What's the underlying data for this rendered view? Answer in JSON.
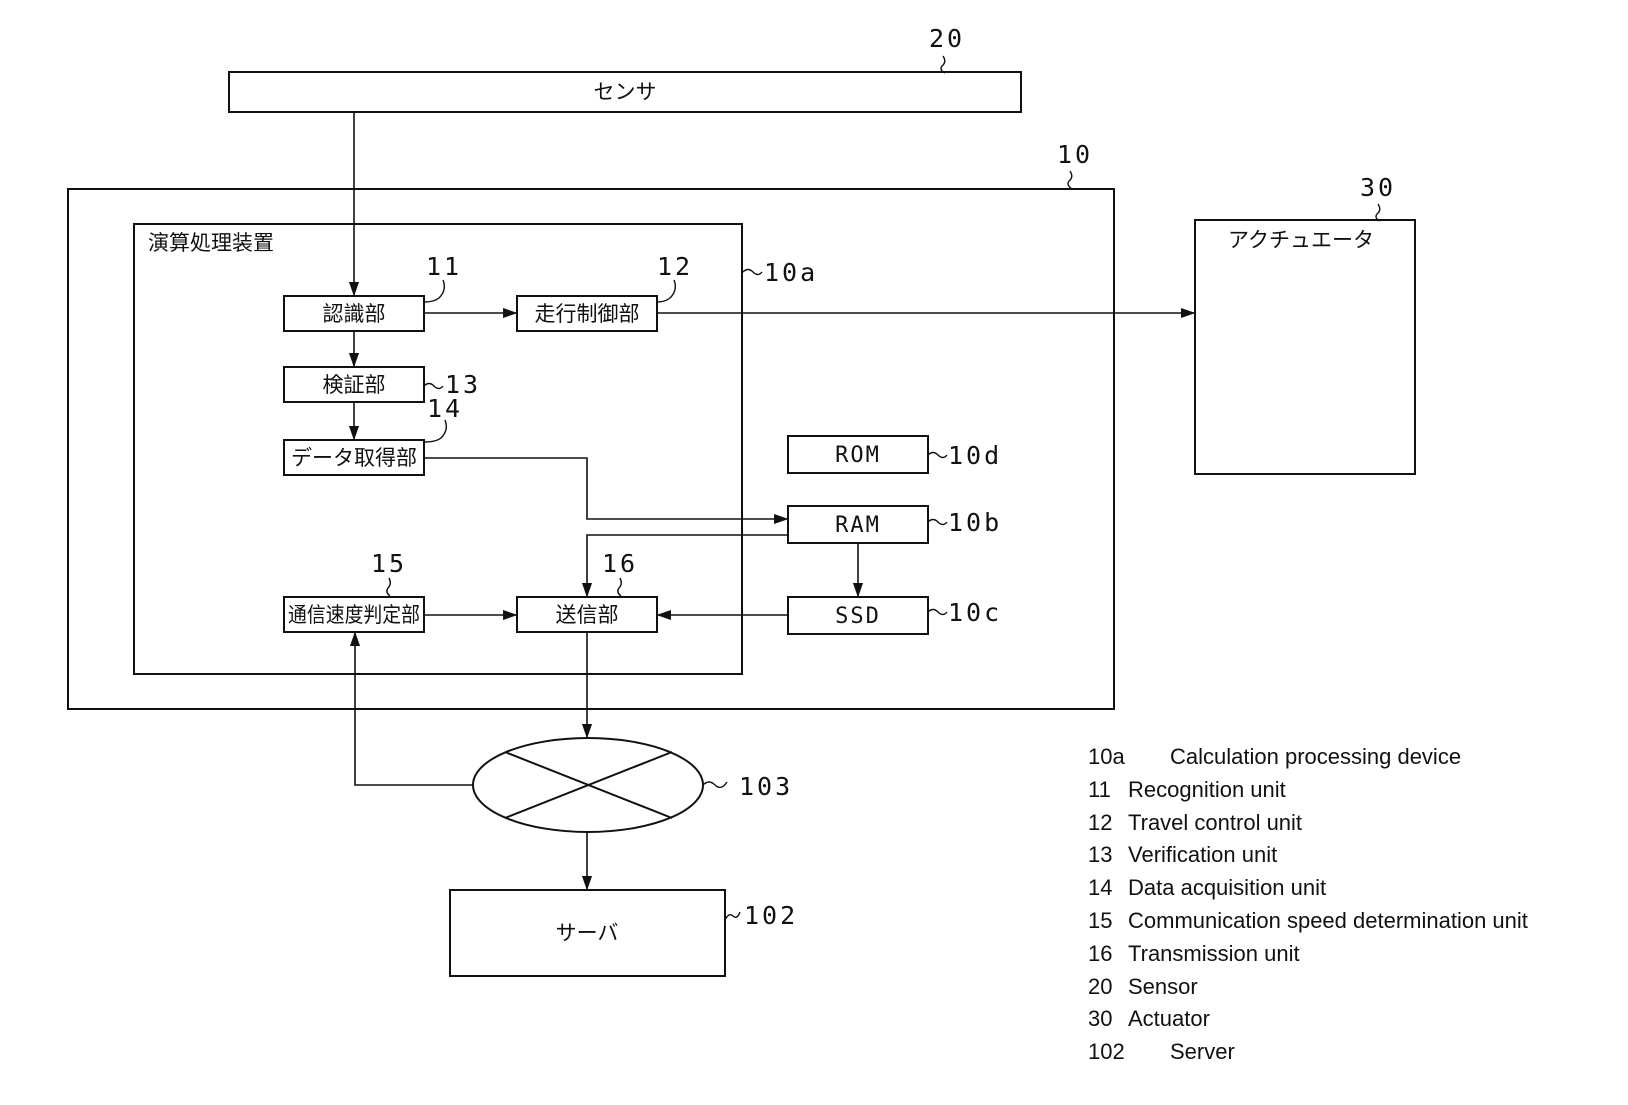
{
  "blocks": {
    "sensor": "センサ",
    "calc_device": "演算処理装置",
    "recognition": "認識部",
    "travel_control": "走行制御部",
    "verification": "検証部",
    "data_acquisition": "データ取得部",
    "comm_speed": "通信速度判定部",
    "transmission": "送信部",
    "rom": "ROM",
    "ram": "RAM",
    "ssd": "SSD",
    "actuator": "アクチュエータ",
    "server": "サーバ"
  },
  "refs": {
    "sensor": "20",
    "unit": "10",
    "actuator": "30",
    "calc_device": "10a",
    "recognition": "11",
    "travel_control": "12",
    "verification": "13",
    "data_acquisition": "14",
    "comm_speed": "15",
    "transmission": "16",
    "rom": "10d",
    "ram": "10b",
    "ssd": "10c",
    "network": "103",
    "server": "102"
  },
  "legend": [
    {
      "num": "10a",
      "text": "Calculation processing device"
    },
    {
      "num": "11",
      "text": "Recognition unit"
    },
    {
      "num": "12",
      "text": "Travel control unit"
    },
    {
      "num": "13",
      "text": "Verification unit"
    },
    {
      "num": "14",
      "text": "Data acquisition unit"
    },
    {
      "num": "15",
      "text": "Communication speed determination unit"
    },
    {
      "num": "16",
      "text": "Transmission unit"
    },
    {
      "num": "20",
      "text": "Sensor"
    },
    {
      "num": "30",
      "text": "Actuator"
    },
    {
      "num": "102",
      "text": "Server"
    }
  ]
}
